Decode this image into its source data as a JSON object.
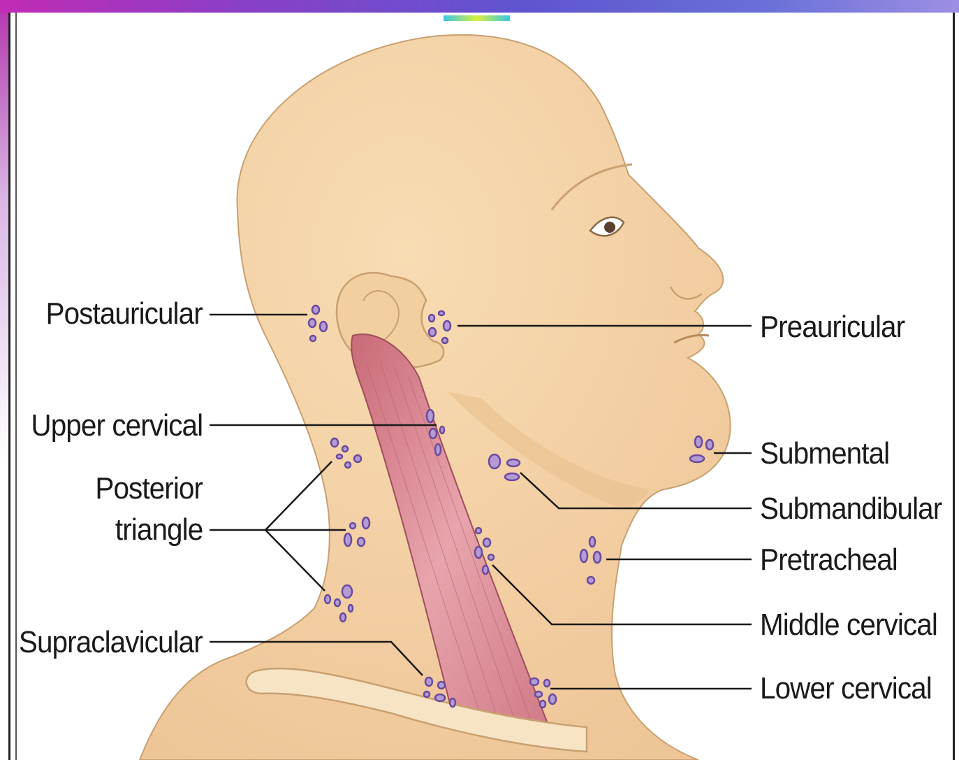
{
  "diagram": {
    "labels_left": {
      "postauricular": "Postauricular",
      "upper_cervical": "Upper cervical",
      "posterior_triangle_line1": "Posterior",
      "posterior_triangle_line2": "triangle",
      "supraclavicular": "Supraclavicular"
    },
    "labels_right": {
      "preauricular": "Preauricular",
      "submental": "Submental",
      "submandibular": "Submandibular",
      "pretracheal": "Pretracheal",
      "middle_cervical": "Middle cervical",
      "lower_cervical": "Lower cervical"
    },
    "colors": {
      "skin": "#f4d3a6",
      "skin_shadow": "#e8bf8e",
      "node_fill": "#b59bd6",
      "node_stroke": "#6a4a9c",
      "muscle": "#d9848f",
      "clavicle": "#f7e4c5",
      "leader_line": "#1a1a1a"
    }
  }
}
